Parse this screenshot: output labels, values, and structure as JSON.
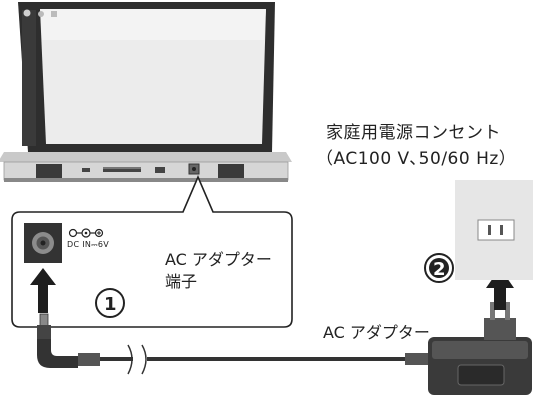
{
  "outlet": {
    "title": "家庭用電源コンセント",
    "spec": "（AC100 V､50/60 Hz）"
  },
  "port": {
    "label_line1": "AC アダプター",
    "label_line2": "端子",
    "marking": "DC IN⎓6V"
  },
  "adapter": {
    "label": "AC アダプター"
  },
  "steps": {
    "step1": "1",
    "step2": "2"
  },
  "icons": {
    "polarity": "dc-polarity-icon",
    "arrow": "up-arrow-icon"
  },
  "colors": {
    "laptop_body": "#d8d8d8",
    "screen": "#ececec",
    "dark_part": "#333333",
    "arrow": "#1e1e1e",
    "wall_plate": "#e6e6e6"
  }
}
